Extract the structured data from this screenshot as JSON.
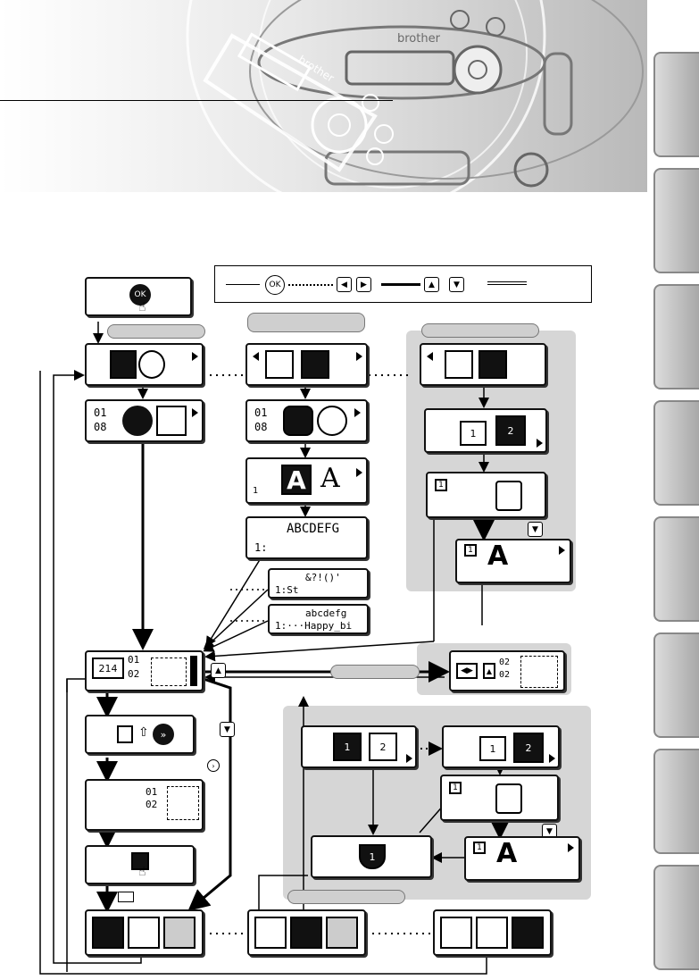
{
  "banner": {
    "device_brand_large": "brother",
    "device_brand_small": "brother"
  },
  "legend": {
    "ok_key": "OK"
  },
  "screens": {
    "counter_a": "01",
    "counter_b": "08",
    "counter_c": "01",
    "counter_d": "08",
    "text_row_upper": "ABCDEFG",
    "text_row_symbols": "&?!()'",
    "text_row_lower": "abcdefg",
    "entry_line_1": "1:",
    "entry_line_2": "1:St",
    "entry_line_3": "1:···Happy_bi",
    "memory_count": "214",
    "pos_01": "01",
    "pos_02": "02",
    "pos_01b": "01",
    "pos_02b": "02",
    "pos_01c": "02",
    "pos_02c": "02",
    "letter_A": "A",
    "num_1": "1",
    "num_2": "2"
  },
  "colors": {
    "dark": "#111111",
    "shade": "#d6d6d6",
    "tab": "#b4b4b4"
  }
}
